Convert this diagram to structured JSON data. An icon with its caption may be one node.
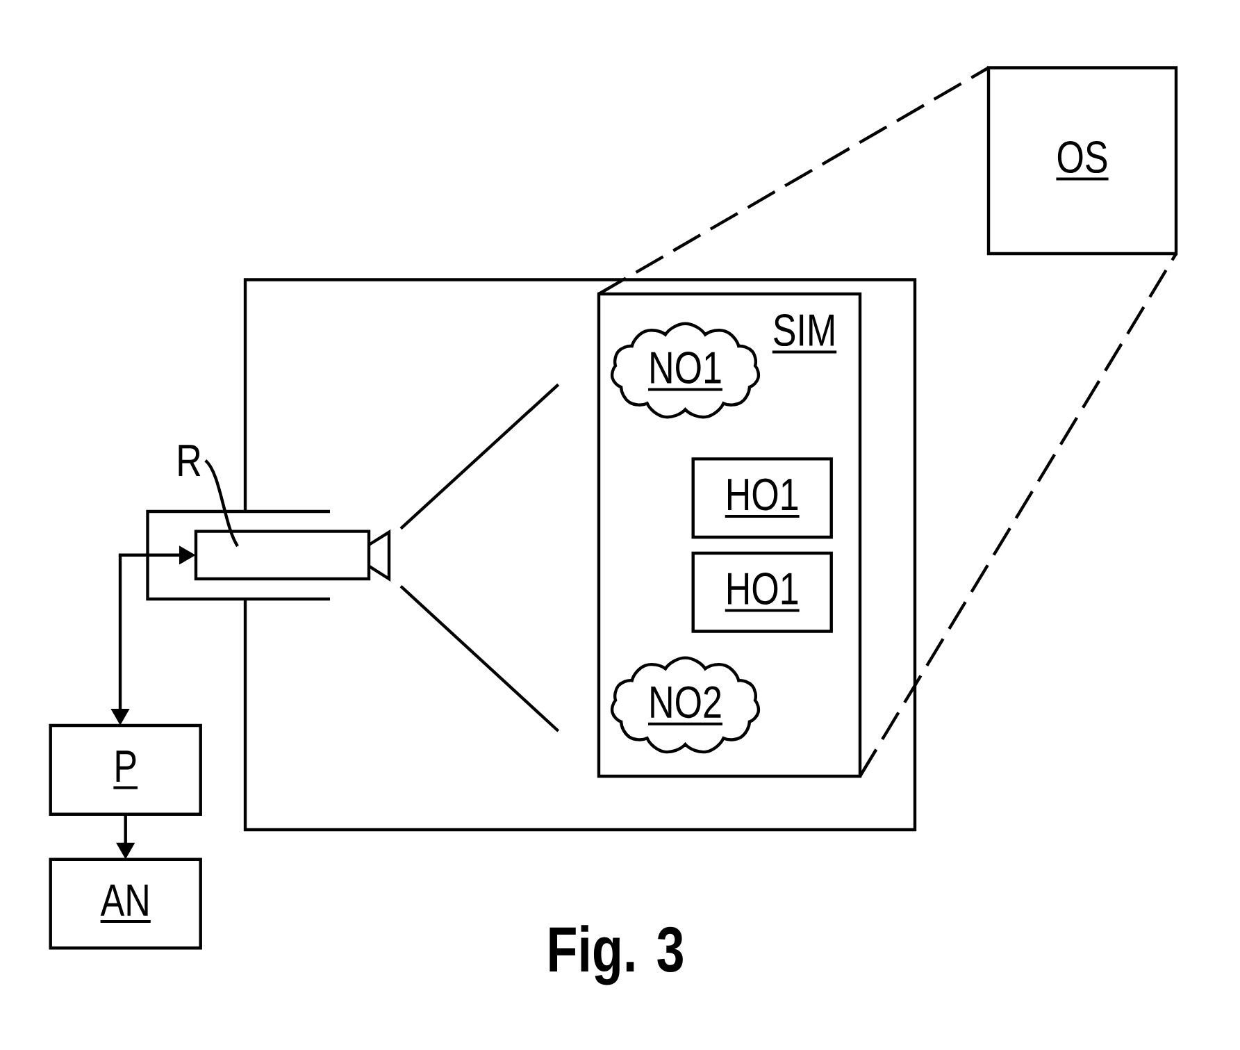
{
  "diagram": {
    "caption": "Fig. 3",
    "nodes": [
      {
        "text": [
          "OS"
        ]
      },
      {
        "text": [],
        "shape": "box"
      },
      {
        "text": [
          "SIM"
        ],
        "in": 1
      },
      {
        "text": [
          "NO1"
        ],
        "in": 2
      },
      {
        "text": [
          "HO1"
        ],
        "in": 2
      },
      {
        "text": [
          "HO1"
        ],
        "in": 2
      },
      {
        "text": [
          "NO2"
        ],
        "in": 2
      },
      {
        "text": [
          "R"
        ]
      },
      {
        "text": [],
        "shape": "camera"
      },
      {
        "text": [
          "P"
        ]
      },
      {
        "text": [
          "AN"
        ]
      }
    ],
    "edges": [
      {
        "from": 2,
        "to": 0,
        "arrow": "none",
        "style": "dashed"
      },
      {
        "from": 2,
        "to": 0,
        "arrow": "none",
        "style": "dashed"
      },
      {
        "from": 7,
        "to": 8,
        "arrow": "none"
      },
      {
        "from": 9,
        "to": 8,
        "arrow": "both"
      },
      {
        "from": 9,
        "to": 10,
        "arrow": "to"
      }
    ]
  }
}
